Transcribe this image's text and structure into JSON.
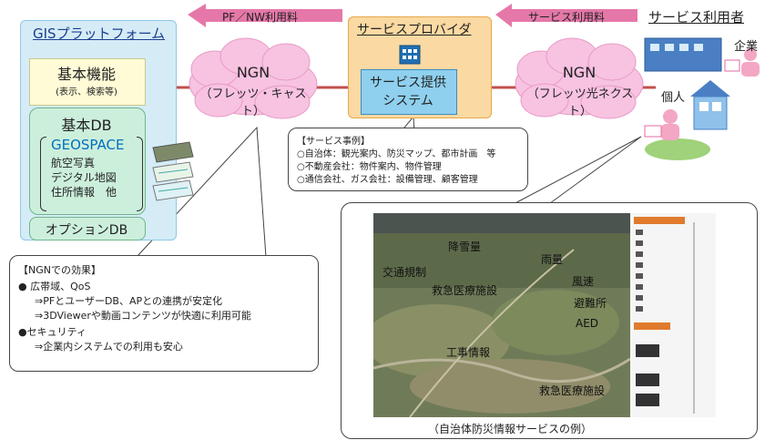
{
  "gis": {
    "title": "GISプラットフォーム",
    "basic_title": "基本機能",
    "basic_sub": "(表示、検索等)",
    "db_title": "基本DB",
    "geospace": "GEOSPACE",
    "items": [
      "航空写真",
      "デジタル地図",
      "住所情報　他"
    ],
    "option_db": "オプションDB"
  },
  "arrows": {
    "pf_fee": "PF／NW利用料",
    "service_fee": "サービス利用料"
  },
  "ngn_left": {
    "label": "NGN",
    "sub": "（フレッツ・キャスト）"
  },
  "ngn_right": {
    "label": "NGN",
    "sub": "（フレッツ光ネクスト）"
  },
  "provider": {
    "title": "サービスプロバイダ",
    "system_line1": "サービス提供",
    "system_line2": "システム"
  },
  "users": {
    "title": "サービス利用者",
    "enterprise": "企業",
    "individual": "個人"
  },
  "cases": {
    "title": "【サービス事例】",
    "items": [
      "○自治体：観光案内、防災マップ、都市計画　等",
      "○不動産会社：物件案内、物件管理",
      "○通信会社、ガス会社：設備管理、顧客管理"
    ]
  },
  "effects": {
    "title": "【NGNでの効果】",
    "lines": [
      "● 広帯域、QoS",
      "⇒PFとユーザーDB、APとの連携が安定化",
      "⇒3DViewerや動画コンテンツが快適に利用可能",
      "●セキュリティ",
      "⇒企業内システムでの利用も安心"
    ]
  },
  "map": {
    "labels": [
      "降雪量",
      "雨量",
      "交通規制",
      "救急医療施設",
      "風速",
      "避難所",
      "AED",
      "工事情報",
      "救急医療施設"
    ],
    "caption": "（自治体防災情報サービスの例）"
  },
  "colors": {
    "arrow": "#e0609a",
    "gis_panel": "#d5ecf7",
    "provider_panel": "#fbd9a2",
    "cloud": "#f7c3e1",
    "link_line": "#c0504d"
  }
}
